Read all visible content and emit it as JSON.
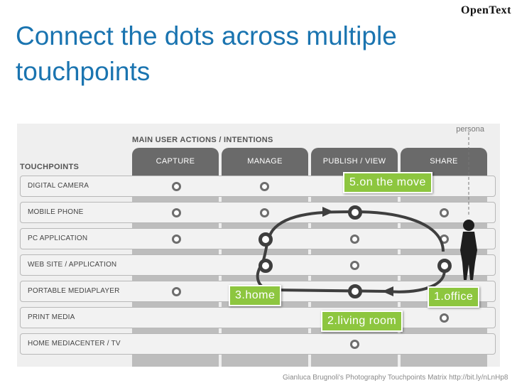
{
  "logo": "OpenText",
  "title_line1": "Connect the dots across multiple",
  "title_line2": "touchpoints",
  "diagram": {
    "actions_heading": "MAIN USER ACTIONS / INTENTIONS",
    "touchpoints_heading": "TOUCHPOINTS",
    "persona_label": "persona",
    "columns": [
      "CAPTURE",
      "MANAGE",
      "PUBLISH / VIEW",
      "SHARE"
    ],
    "rows": [
      "DIGITAL CAMERA",
      "MOBILE PHONE",
      "PC APPLICATION",
      "WEB SITE / APPLICATION",
      "PORTABLE   MEDIAPLAYER",
      "PRINT MEDIA",
      "HOME MEDIACENTER  / TV"
    ],
    "callouts": {
      "on_the_move": "5.on the move",
      "home": "3.home",
      "living_room": "2.living room",
      "office": "1.office"
    },
    "colors": {
      "callout": "#8dc63f",
      "column": "#6a6a6a",
      "title": "#1a74b0"
    },
    "icons": [
      "persona-figure-icon",
      "journey-arrow-icon"
    ]
  },
  "credit": "Gianluca Brugnoli's Photography Touchpoints Matrix  http://bit.ly/nLnHp8"
}
